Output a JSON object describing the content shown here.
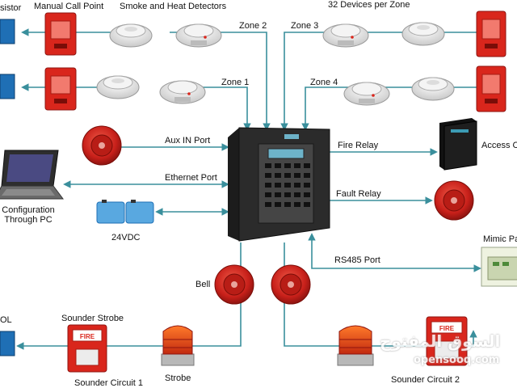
{
  "labels": {
    "resistor_top": "sistor",
    "manual_call_point": "Manual Call Point",
    "smoke_heat": "Smoke and Heat Detectors",
    "zone2": "Zone 2",
    "devices_per_zone": "32 Devices per Zone",
    "zone3": "Zone 3",
    "zone1": "Zone 1",
    "zone4": "Zone 4",
    "aux_in": "Aux IN Port",
    "fire_relay": "Fire Relay",
    "access_control": "Access Co",
    "ethernet": "Ethernet Port",
    "config_line1": "Configuration",
    "config_line2": "Through PC",
    "fault_relay": "Fault Relay",
    "dc_supply": "24VDC",
    "mimic_panel": "Mimic Pa",
    "rs485": "RS485 Port",
    "bell": "Bell",
    "eol": "OL",
    "sounder_strobe": "Sounder Strobe",
    "sounder_circuit1": "Sounder Circuit 1",
    "strobe": "Strobe",
    "sounder_circuit2": "Sounder Circuit 2",
    "panel_fire_text": "FIRE"
  },
  "watermark": {
    "arabic": "السوق المفتوح",
    "latin": "opensooq.com"
  },
  "colors": {
    "wire": "#3a8f9c",
    "device_red": "#d9261c",
    "panel_dark": "#2b2b2b",
    "resistor_blue": "#1f6fb5"
  },
  "icons": {
    "resistor": "resistor-icon",
    "call_point": "manual-call-point-icon",
    "detector": "smoke-detector-icon",
    "bell": "bell-icon",
    "laptop": "laptop-icon",
    "battery": "battery-icon",
    "panel": "fire-alarm-panel-icon",
    "access": "access-control-unit-icon",
    "mimic": "mimic-panel-icon",
    "strobe": "strobe-beacon-icon",
    "sounder_strobe": "sounder-strobe-icon"
  }
}
